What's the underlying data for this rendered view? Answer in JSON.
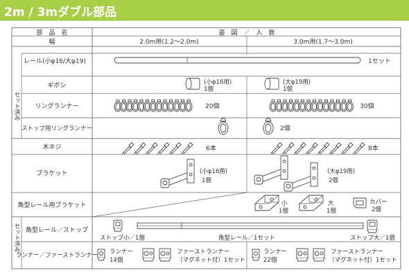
{
  "title": "2m / 3mダブル部品",
  "header": {
    "part_name": "部　品　名",
    "figure_qty": "姿　図　／　入　数",
    "width": "幅",
    "col_2m": "2.0m用(1.2〜2.0m)",
    "col_3m": "3.0m用(1.7〜3.0m)"
  },
  "groups": {
    "set_included": "セット済み",
    "set_included_2": "セット済み"
  },
  "rows": {
    "rail": {
      "name": "レール(小φ16/大φ19)",
      "qty": "1セット"
    },
    "gibo": {
      "name": "ギボシ",
      "qty_2m": "(小φ16用)",
      "qty_2m_b": "1個",
      "qty_3m": "(大φ19用)",
      "qty_3m_b": "1個"
    },
    "ring": {
      "name": "リングランナー",
      "qty_2m": "20個",
      "qty_3m": "30個"
    },
    "stopring": {
      "name": "ストップ用リングランナー",
      "qty_3m": "2個"
    },
    "screw": {
      "name": "木ネジ",
      "qty_2m": "6本",
      "qty_3m": "8本"
    },
    "bracket": {
      "name": "ブラケット",
      "qty_2m": "(小φ16用)",
      "qty_2m_b": "1個",
      "qty_3m": "(大φ19用)",
      "qty_3m_b": "2個"
    },
    "sqbracket": {
      "name": "角型レール用ブラケット",
      "small": "小",
      "small_qty": "1個",
      "large": "大",
      "large_qty": "1個",
      "cover": "カバー",
      "cover_qty": "2個"
    },
    "sqrail": {
      "name": "角型レール／ストップ",
      "stop_small": "ストップ小／1個",
      "rail": "角型レール／1セット",
      "stop_large": "ストップ大／1個"
    },
    "runner": {
      "name": "ランナー／ファーストランナー",
      "runner_2m": "ランナー",
      "runner_2m_qty": "14個",
      "first_2m": "ファーストランナー",
      "first_2m_qty": "（マグネット付）1セット",
      "runner_3m": "ランナー",
      "runner_3m_qty": "22個",
      "first_3m": "ファーストランナー",
      "first_3m_qty": "（マグネット付）1セット"
    }
  },
  "icons": {
    "rail": "rail-rod-icon",
    "gibo": "end-cap-icon",
    "ring": "ring-runner-icon",
    "screw": "wood-screw-icon",
    "bracket": "bracket-icon",
    "runner": "runner-icon"
  },
  "colors": {
    "accent": "#a6ce46",
    "line": "#555555"
  }
}
